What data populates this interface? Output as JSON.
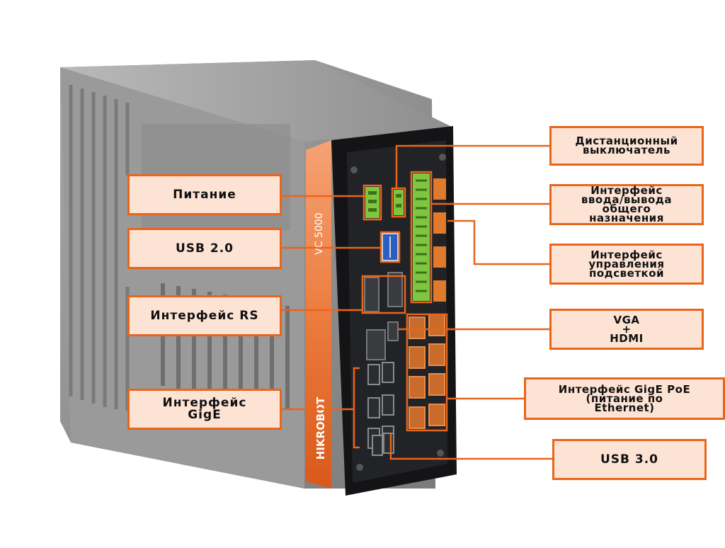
{
  "product": {
    "model_badge": "VC 5000",
    "brand": "HIKROBOT"
  },
  "colors": {
    "accent": "#e8651c",
    "callout_fill": "#fce3d4",
    "terminal_green": "#7dc63f",
    "port_orange": "#e07a2c",
    "panel_black": "#1c1c1e",
    "chassis_grey": "#8d8d8d"
  },
  "callouts": {
    "power": "Питание",
    "usb2": "USB 2.0",
    "rs": "Интерфейс RS",
    "gige": [
      "Интерфейс",
      "GigE"
    ],
    "remote_switch": [
      "Дистанционный",
      "выключатель"
    ],
    "gpio": [
      "Интерфейс",
      "ввода/вывода",
      "общего",
      "назначения"
    ],
    "light_control": [
      "Интерфейс",
      "управления",
      "подсветкой"
    ],
    "video": [
      "VGA",
      "+",
      "HDMI"
    ],
    "gige_poe": [
      "Интерфейс GigE PoE",
      "(питание по",
      "Ethernet)"
    ],
    "usb3": "USB 3.0"
  }
}
